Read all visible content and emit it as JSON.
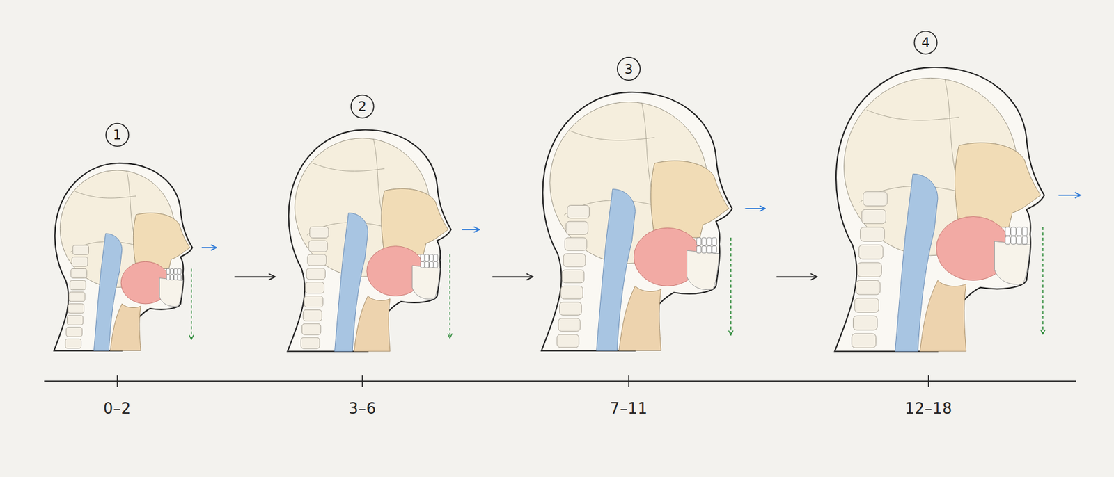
{
  "diagram": {
    "labels": [
      "1",
      "2",
      "3",
      "4",
      "0–2",
      "3–6",
      "7–11",
      "12–18"
    ]
  }
}
